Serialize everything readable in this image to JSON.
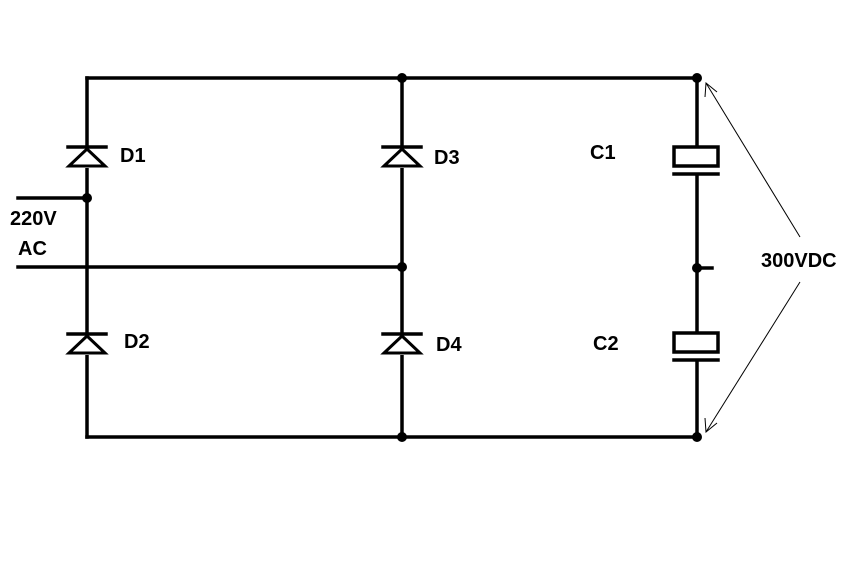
{
  "diagram": {
    "components": {
      "d1": "D1",
      "d2": "D2",
      "d3": "D3",
      "d4": "D4",
      "c1": "C1",
      "c2": "C2"
    },
    "input_label": {
      "line1": "220V",
      "line2": "AC"
    },
    "output_label": "300VDC"
  }
}
